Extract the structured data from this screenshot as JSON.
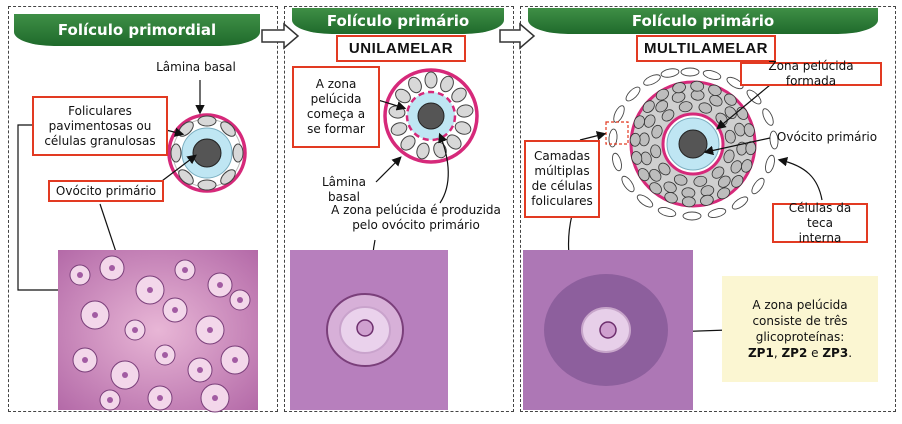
{
  "panel1": {
    "title": "Folículo primordial",
    "lamina_basal": "Lâmina basal",
    "foliculares": "Foliculares pavimentosas ou células granulosas",
    "ovocito": "Ovócito primário"
  },
  "panel2": {
    "title": "Folículo primário",
    "tag": "UNILAMELAR",
    "zona_comeca": "A zona pelúcida começa a se formar",
    "lamina_basal": "Lâmina basal",
    "produzida": "A zona pelúcida é produzida pelo ovócito primário"
  },
  "panel3": {
    "title": "Folículo primário",
    "tag": "MULTILAMELAR",
    "zona_formada": "Zona pelúcida formada",
    "ovocito": "Ovócito primário",
    "camadas": "Camadas múltiplas de células foliculares",
    "teca": "Células da teca interna",
    "note_text": "A zona pelúcida consiste de três glicoproteínas:",
    "zp1": "ZP1",
    "sep1": ", ",
    "zp2": "ZP2",
    "sep2": " e ",
    "zp3": "ZP3",
    "end": "."
  },
  "colors": {
    "banner_green": "#2e7d32",
    "label_red": "#e23a22",
    "zona_pink": "#d6297a",
    "cytoplasm_blue": "#bfe6f3",
    "nucleus_gray": "#555555"
  }
}
